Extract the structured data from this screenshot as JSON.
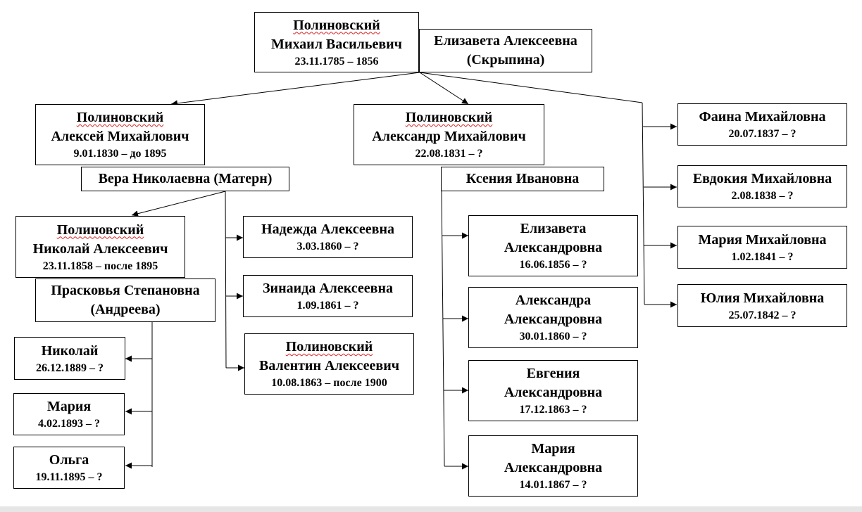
{
  "colors": {
    "line": "#000000",
    "spell_underline": "#dd2222",
    "page_bar": "#e6e6e6"
  },
  "mikhail": {
    "surname": "Полиновский",
    "name": "Михаил Васильевич",
    "dates": "23.11.1785 – 1856"
  },
  "elizaveta_wife": {
    "name": "Елизавета Алексеевна",
    "maiden": "(Скрыпина)"
  },
  "aleksey": {
    "surname": "Полиновский",
    "name": "Алексей Михайлович",
    "dates": "9.01.1830 – до 1895"
  },
  "vera": {
    "name": "Вера Николаевна (Матерн)"
  },
  "aleksandr": {
    "surname": "Полиновский",
    "name": "Александр Михайлович",
    "dates": "22.08.1831 – ?"
  },
  "kseniya": {
    "name": "Ксения Ивановна"
  },
  "faina": {
    "name": "Фаина Михайловна",
    "dates": "20.07.1837 – ?"
  },
  "evdokiya": {
    "name": "Евдокия Михайловна",
    "dates": "2.08.1838 – ?"
  },
  "mariya_m": {
    "name": "Мария Михайловна",
    "dates": "1.02.1841 – ?"
  },
  "yuliya": {
    "name": "Юлия Михайловна",
    "dates": "25.07.1842 – ?"
  },
  "nikolay_a": {
    "surname": "Полиновский",
    "name": "Николай Алексеевич",
    "dates": "23.11.1858 – после 1895"
  },
  "praskovya": {
    "name": "Прасковья Степановна",
    "maiden": "(Андреева)"
  },
  "nadezhda": {
    "name": "Надежда Алексеевна",
    "dates": "3.03.1860 – ?"
  },
  "zinaida": {
    "name": "Зинаида Алексеевна",
    "dates": "1.09.1861 – ?"
  },
  "valentin": {
    "surname": "Полиновский",
    "name": "Валентин Алексеевич",
    "dates": "10.08.1863 – после 1900"
  },
  "nikolay_n": {
    "name": "Николай",
    "dates": "26.12.1889 – ?"
  },
  "mariya_n": {
    "name": "Мария",
    "dates": "4.02.1893 – ?"
  },
  "olga": {
    "name": "Ольга",
    "dates": "19.11.1895 – ?"
  },
  "elizaveta_a": {
    "name": "Елизавета",
    "patronymic": "Александровна",
    "dates": "16.06.1856 – ?"
  },
  "aleksandra_a": {
    "name": "Александра",
    "patronymic": "Александровна",
    "dates": "30.01.1860 – ?"
  },
  "evgeniya_a": {
    "name": "Евгения",
    "patronymic": "Александровна",
    "dates": "17.12.1863 – ?"
  },
  "mariya_a": {
    "name": "Мария",
    "patronymic": "Александровна",
    "dates": "14.01.1867 – ?"
  }
}
